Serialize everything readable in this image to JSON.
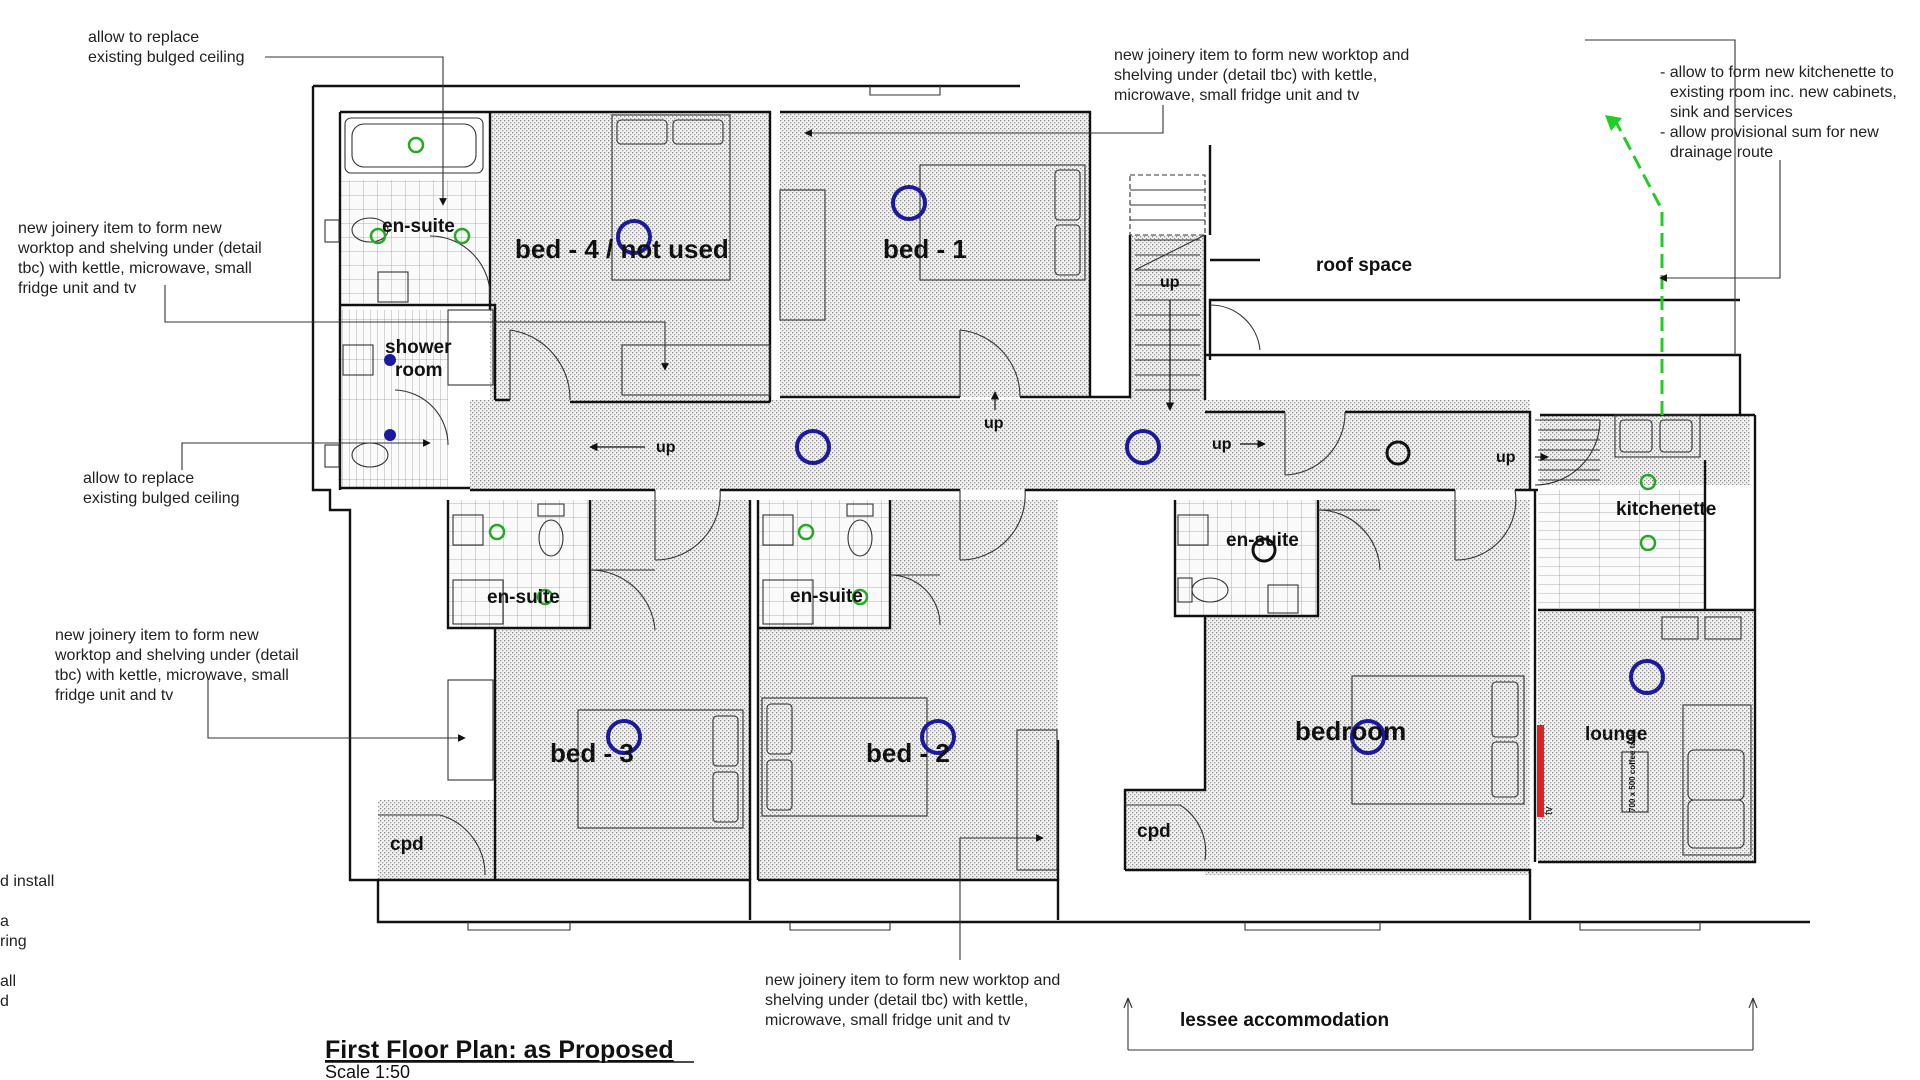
{
  "drawing": {
    "title": "First Floor Plan: as Proposed",
    "scale": "Scale 1:50"
  },
  "rooms": {
    "bed4": "bed - 4 / not used",
    "bed1": "bed - 1",
    "bed3": "bed - 3",
    "bed2": "bed - 2",
    "bedroom": "bedroom",
    "ensuite_top": "en-suite",
    "ensuite_bed3": "en-suite",
    "ensuite_bed2": "en-suite",
    "ensuite_right": "en-suite",
    "shower_line1": "shower",
    "shower_line2": "room",
    "roof_space": "roof space",
    "kitchenette": "kitchenette",
    "lounge": "lounge",
    "cpd_left": "cpd",
    "cpd_right": "cpd",
    "up_labels": [
      "up",
      "up",
      "up",
      "up",
      "up"
    ],
    "tv": "tv",
    "coffee_table": "700 x 500 coffee table"
  },
  "notes": {
    "ceiling_top": [
      "allow to replace",
      "existing bulged ceiling"
    ],
    "ceiling_mid": [
      "allow to replace",
      "existing bulged ceiling"
    ],
    "joinery_left": [
      "new joinery item to form new",
      "worktop and shelving under (detail",
      "tbc) with kettle, microwave, small",
      "fridge unit and tv"
    ],
    "joinery_mid_left": [
      "new joinery item to form new",
      "worktop and shelving under (detail",
      "tbc) with kettle, microwave, small",
      "fridge unit and tv"
    ],
    "joinery_top": [
      "new joinery item to form new worktop and",
      "shelving under (detail tbc) with kettle,",
      "microwave, small fridge unit and tv"
    ],
    "joinery_bottom": [
      "new joinery item to form new worktop and",
      "shelving under (detail tbc) with kettle,",
      "microwave, small fridge unit and tv"
    ],
    "kitchenette_note": [
      "- allow to form new kitchenette to",
      "existing room inc. new cabinets,",
      "sink and services",
      "- allow provisional sum for new",
      "drainage route"
    ],
    "cut_left": [
      "d install",
      "a",
      "ring",
      "all",
      "d"
    ],
    "lessee": "lessee accommodation"
  },
  "colors": {
    "blue_fitting": "#1a1aa0",
    "green_fitting": "#22aa22",
    "drainage_route": "#22cc22",
    "tv_marker": "#dd2222",
    "floor_fill": "#e6e6e6"
  }
}
